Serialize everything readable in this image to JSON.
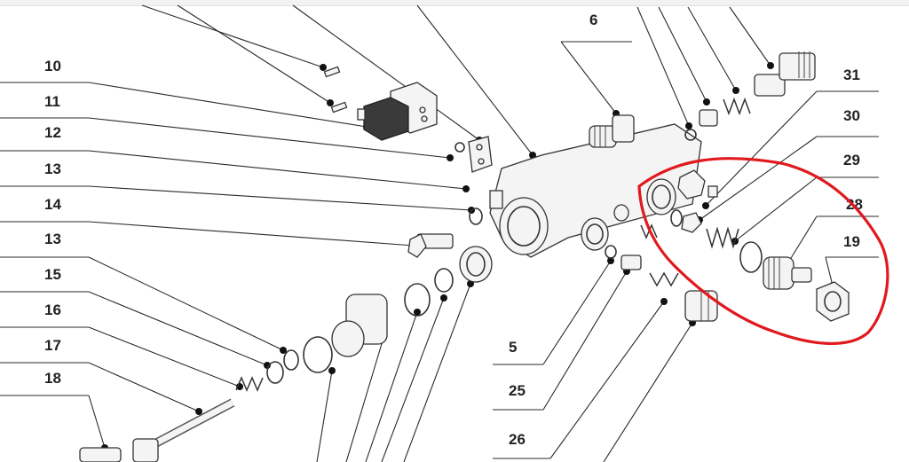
{
  "diagram": {
    "callouts": [
      {
        "id": "c10",
        "label": "10"
      },
      {
        "id": "c11",
        "label": "11"
      },
      {
        "id": "c12",
        "label": "12"
      },
      {
        "id": "c13a",
        "label": "13"
      },
      {
        "id": "c14",
        "label": "14"
      },
      {
        "id": "c13b",
        "label": "13"
      },
      {
        "id": "c15",
        "label": "15"
      },
      {
        "id": "c16",
        "label": "16"
      },
      {
        "id": "c17",
        "label": "17"
      },
      {
        "id": "c18",
        "label": "18"
      },
      {
        "id": "c6",
        "label": "6"
      },
      {
        "id": "c31",
        "label": "31"
      },
      {
        "id": "c30",
        "label": "30"
      },
      {
        "id": "c29",
        "label": "29"
      },
      {
        "id": "c28",
        "label": "28"
      },
      {
        "id": "c19",
        "label": "19"
      },
      {
        "id": "c5",
        "label": "5"
      },
      {
        "id": "c25",
        "label": "25"
      },
      {
        "id": "c26",
        "label": "26"
      }
    ],
    "highlight_color": "#e0191e",
    "line_color": "#222222"
  }
}
